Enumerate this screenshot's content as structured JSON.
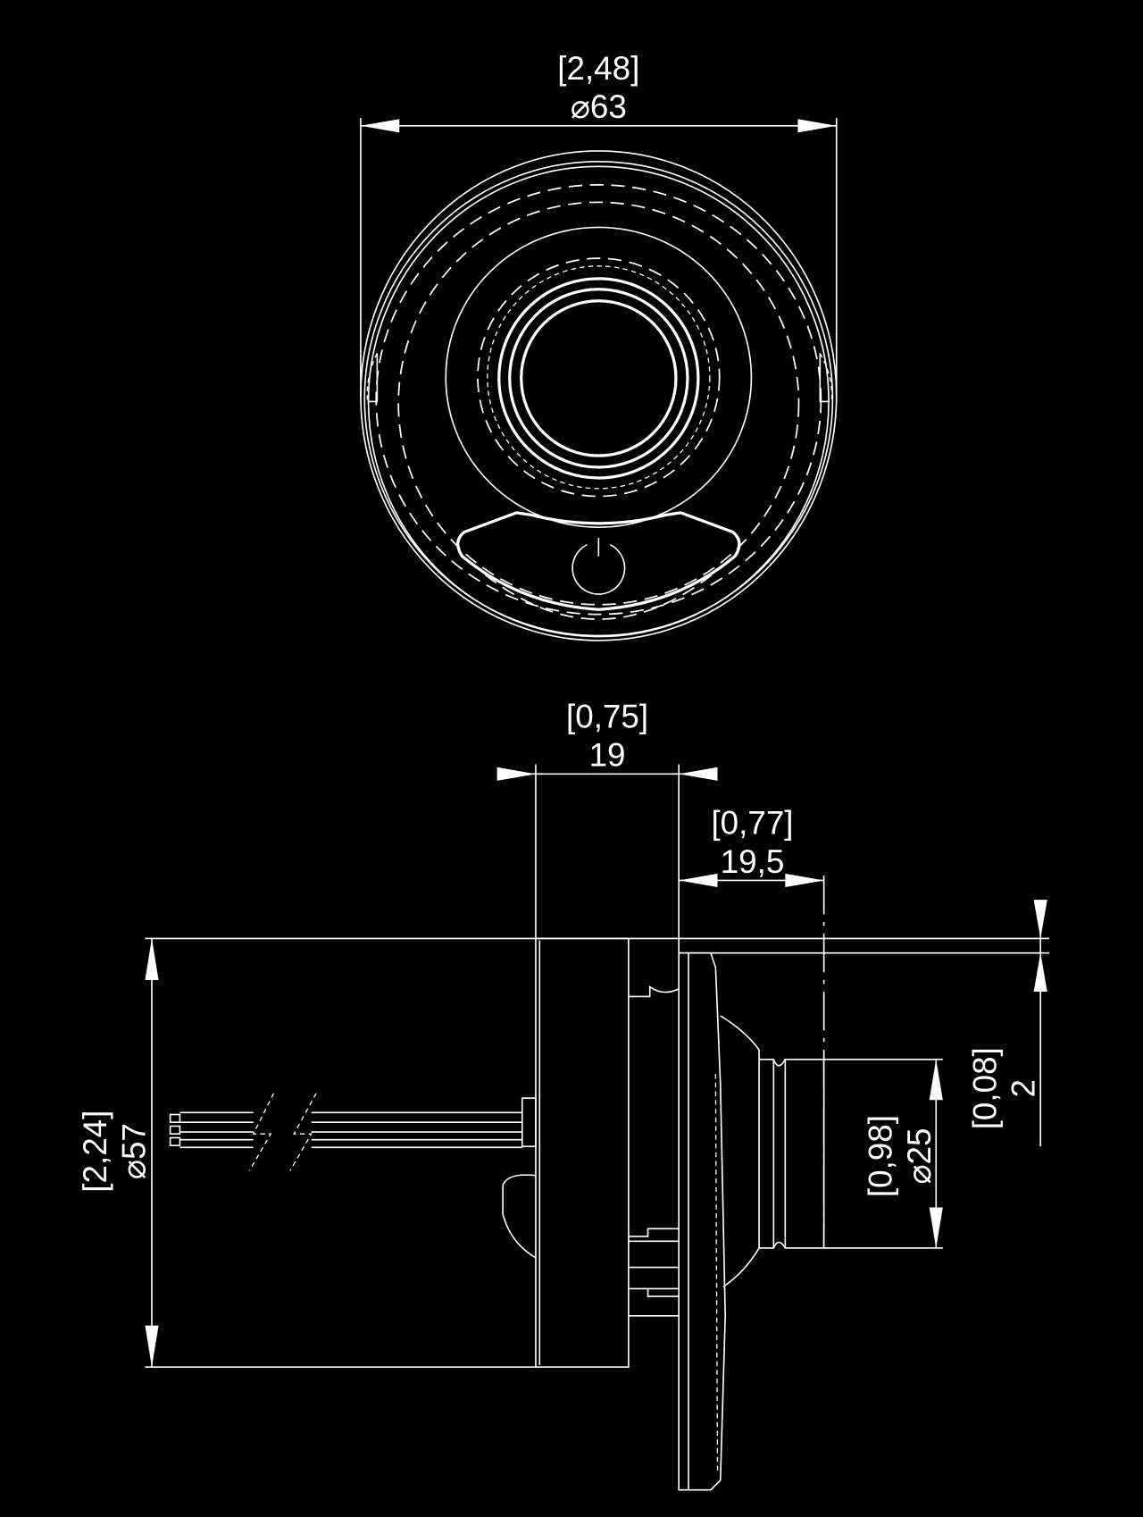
{
  "title": "Power button technical drawing",
  "colors": {
    "background": "#000000",
    "line": "#ffffff"
  },
  "icons": [
    "power-icon"
  ],
  "front_view": {
    "diameter": {
      "inch": "[2,48]",
      "mm": "⌀63"
    }
  },
  "side_view": {
    "body_depth": {
      "inch": "[0,75]",
      "mm": "19"
    },
    "protrusion": {
      "inch": "[0,77]",
      "mm": "19,5"
    },
    "flange_offset": {
      "inch": "[0,08]",
      "mm": "2"
    },
    "body_diameter": {
      "inch": "[2,24]",
      "mm": "⌀57"
    },
    "button_diameter": {
      "inch": "[0,98]",
      "mm": "⌀25"
    }
  }
}
